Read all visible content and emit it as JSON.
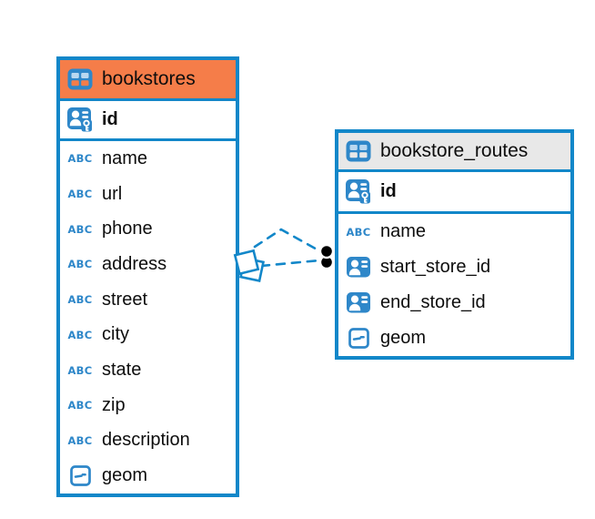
{
  "diagram": {
    "background": "#ffffff",
    "accent_color": "#1287c9",
    "icon_color": "#2e87c9",
    "selected_header_color": "#f57d49",
    "header_color": "#e8e8e8",
    "text_icon_label": "ABC"
  },
  "tables": [
    {
      "title": "bookstores",
      "selected": true,
      "icon": "table-icon",
      "keys": [
        {
          "name": "id",
          "icon": "primary-key-icon"
        }
      ],
      "columns": [
        {
          "name": "name",
          "icon": "text-icon"
        },
        {
          "name": "url",
          "icon": "text-icon"
        },
        {
          "name": "phone",
          "icon": "text-icon"
        },
        {
          "name": "address",
          "icon": "text-icon"
        },
        {
          "name": "street",
          "icon": "text-icon"
        },
        {
          "name": "city",
          "icon": "text-icon"
        },
        {
          "name": "state",
          "icon": "text-icon"
        },
        {
          "name": "zip",
          "icon": "text-icon"
        },
        {
          "name": "description",
          "icon": "text-icon"
        },
        {
          "name": "geom",
          "icon": "geometry-icon"
        }
      ]
    },
    {
      "title": "bookstore_routes",
      "selected": false,
      "icon": "table-icon",
      "keys": [
        {
          "name": "id",
          "icon": "primary-key-icon"
        }
      ],
      "columns": [
        {
          "name": "name",
          "icon": "text-icon"
        },
        {
          "name": "start_store_id",
          "icon": "reference-icon"
        },
        {
          "name": "end_store_id",
          "icon": "reference-icon"
        },
        {
          "name": "geom",
          "icon": "geometry-icon"
        }
      ]
    }
  ],
  "relationships": [
    {
      "from_table": "bookstores",
      "to_table": "bookstore_routes",
      "style": "dashed",
      "edge_count": 2,
      "source_marker": "stacked-squares-handle",
      "target_marker": "stacked-dots"
    }
  ]
}
